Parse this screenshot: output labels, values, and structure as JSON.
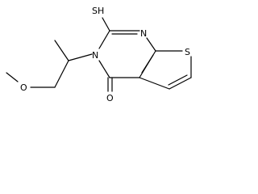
{
  "atoms": {
    "sh": "SH",
    "n1": "N",
    "n3": "N",
    "s_ring": "S",
    "o_ketone": "O",
    "o_ether": "O"
  }
}
